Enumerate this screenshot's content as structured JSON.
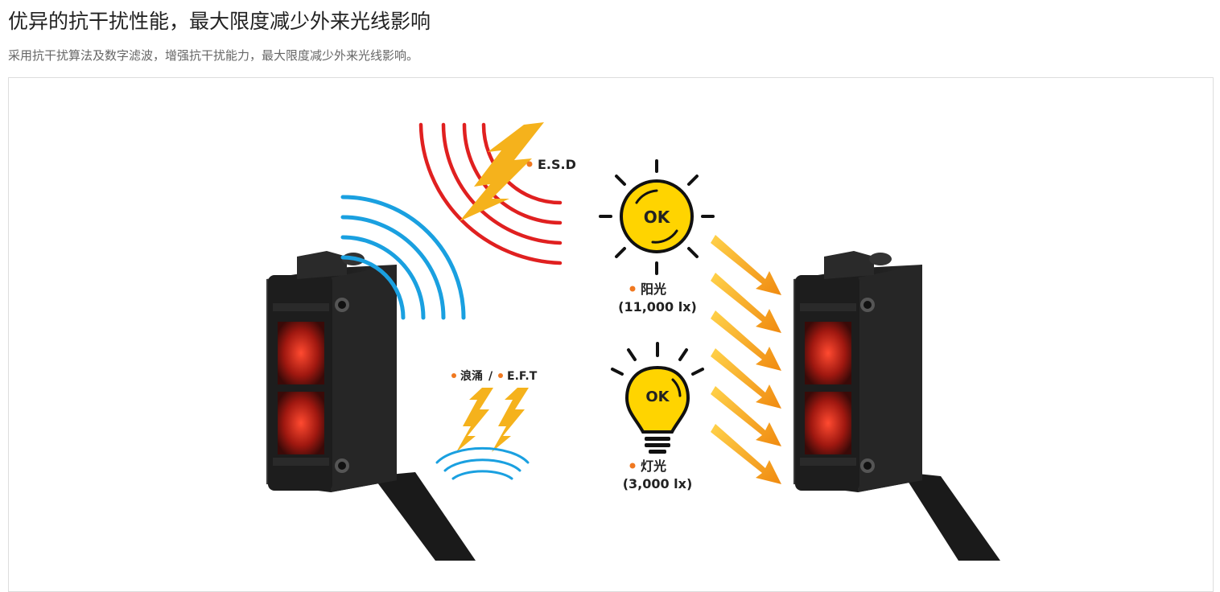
{
  "header": {
    "title": "优异的抗干扰性能，最大限度减少外来光线影响",
    "subtitle": "采用抗干扰算法及数字滤波，增强抗干扰能力，最大限度减少外来光线影响。"
  },
  "figure": {
    "esd_label": "E.S.D",
    "surge_label": "浪涌",
    "separator": "/",
    "eft_label": "E.F.T",
    "sun_badge": "OK",
    "sunlight_label": "阳光",
    "sunlight_value": "(11,000 lx)",
    "bulb_badge": "OK",
    "lamp_label": "灯光",
    "lamp_value": "(3,000 lx)"
  },
  "colors": {
    "accent_orange": "#f39a1e",
    "bolt_yellow": "#f5b21c",
    "esd_red": "#e02020",
    "wave_blue": "#1aa0e0",
    "ok_yellow": "#ffd400",
    "sensor_black": "#1c1c1c",
    "lens_red": "#c0201a",
    "bullet_orange": "#f07820"
  }
}
